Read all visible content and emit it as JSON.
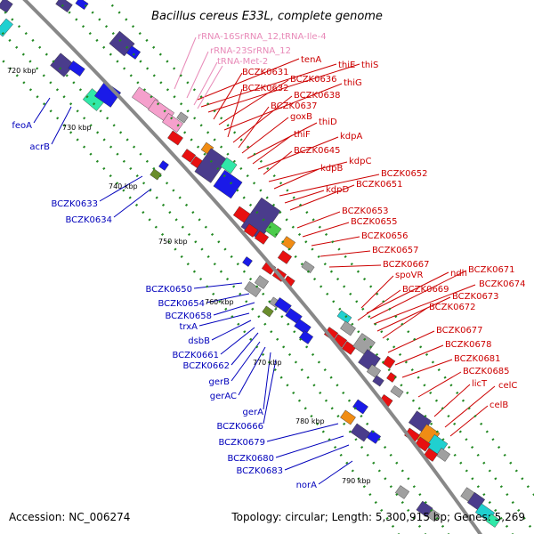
{
  "title": "Bacillus cereus E33L, complete genome",
  "footer": {
    "accession": "Accession: NC_006274",
    "topology": "Topology: circular; Length: 5,300,915 bp; Genes: 5,269"
  },
  "colors": {
    "backbone": "#888888",
    "forward_gene": "#e81010",
    "reverse_gene": "#1a1ae8",
    "rna_gene": "#f5a0cc",
    "cog_purple": "#4a3c8c",
    "cog_green": "#4ccc4c",
    "cog_orange": "#f08c14",
    "cog_cyan": "#20d0d0",
    "cog_teal": "#30e8a8",
    "cog_grey": "#a0a0a0",
    "cog_olive": "#6a8c2c",
    "label_red": "#cc0000",
    "label_blue": "#0000bb",
    "label_pink": "#e88ab8",
    "tick_green": "#228822"
  },
  "position_ticks": [
    "720 kbp",
    "730 kbp",
    "740 kbp",
    "750 kbp",
    "760 kbp",
    "770 kbp",
    "780 kbp",
    "790 kbp"
  ],
  "labels_rna": [
    "rRNA-16SrRNA_12,tRNA-Ile-4",
    "rRNA-23SrRNA_12",
    "tRNA-Met-2"
  ],
  "labels_forward": [
    "tenA",
    "thiE",
    "thiS",
    "BCZK0631",
    "BCZK0636",
    "thiG",
    "BCZK0632",
    "BCZK0638",
    "BCZK0637",
    "goxB",
    "thiD",
    "thiF",
    "kdpA",
    "BCZK0645",
    "kdpC",
    "kdpB",
    "BCZK0652",
    "kdpD",
    "BCZK0651",
    "BCZK0653",
    "BCZK0655",
    "BCZK0656",
    "BCZK0657",
    "BCZK0667",
    "ndh",
    "BCZK0671",
    "spoVR",
    "BCZK0674",
    "BCZK0669",
    "BCZK0673",
    "BCZK0672",
    "BCZK0677",
    "BCZK0678",
    "BCZK0681",
    "BCZK0685",
    "licT",
    "celC",
    "celB"
  ],
  "labels_reverse": [
    "feoA",
    "acrB",
    "BCZK0633",
    "BCZK0634",
    "BCZK0650",
    "BCZK0654",
    "BCZK0658",
    "trxA",
    "dsbB",
    "BCZK0661",
    "BCZK0662",
    "gerB",
    "gerAC",
    "gerA",
    "BCZK0666",
    "BCZK0679",
    "BCZK0680",
    "BCZK0683",
    "norA"
  ]
}
